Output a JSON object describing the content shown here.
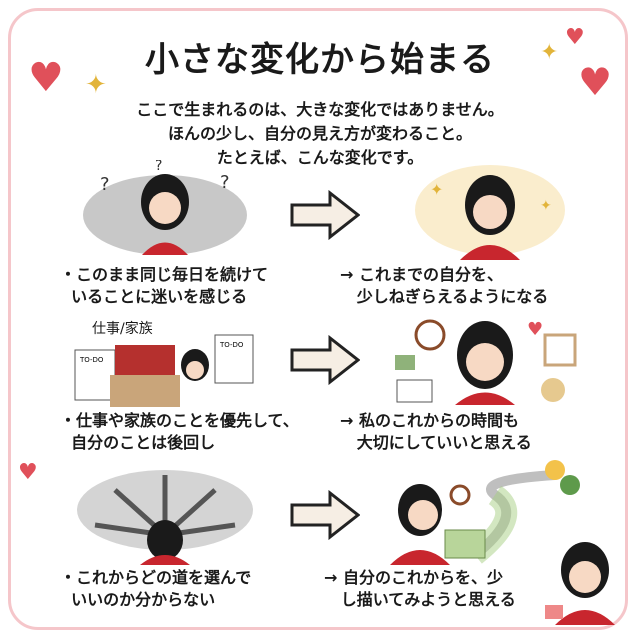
{
  "title": "小さな変化から始まる",
  "intro": [
    "ここで生まれるのは、大きな変化ではありません。",
    "ほんの少し、自分の見え方が変わること。",
    "たとえば、こんな変化です。"
  ],
  "rows": [
    {
      "before": "・このまま同じ毎日を続けて\n  いることに迷いを感じる",
      "after": "→ これまでの自分を、\n   少しねぎらえるようになる"
    },
    {
      "before": "・仕事や家族のことを優先して、\n  自分のことは後回し",
      "after": "→ 私のこれからの時間も\n   大切にしていいと思える",
      "label": "仕事/家族",
      "todo": "TO-DO"
    },
    {
      "before": "・これからどの道を選んで\n  いいのか分からない",
      "after": "→ 自分のこれからを、少\n   し描いてみようと思える"
    }
  ],
  "colors": {
    "accent": "#d6333b",
    "frame": "#f2b8bd",
    "arrow_fill": "#f6eee4"
  }
}
